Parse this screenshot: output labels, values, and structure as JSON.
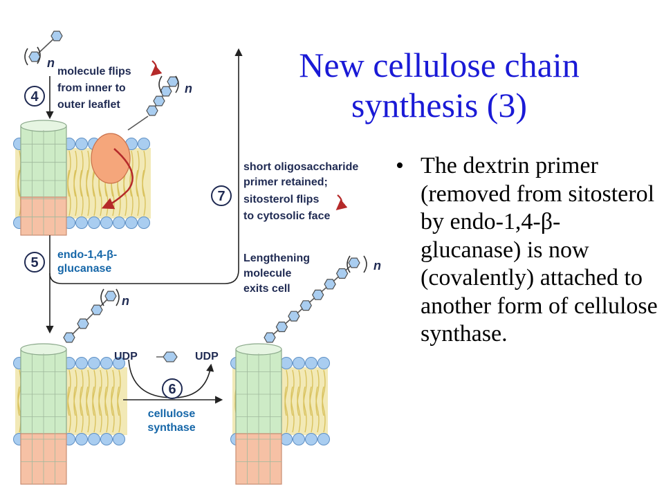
{
  "slide": {
    "title_line1": "New cellulose chain",
    "title_line2": "synthesis (3)",
    "bullet_marker": "•",
    "bullet_text": "The dextrin primer (removed from sitosterol by endo-1,4-β-glucanase) is now (covalently) attached to another form of cellulose synthase."
  },
  "diagram": {
    "step4": {
      "number": "4",
      "line1": "molecule flips",
      "line2": "from inner to",
      "line3": "outer leaflet"
    },
    "step5": {
      "number": "5",
      "line1": "endo-1,4-β-",
      "line2": "glucanase"
    },
    "step6": {
      "number": "6",
      "udp_left": "UDP",
      "udp_right": "UDP",
      "line1": "cellulose",
      "line2": "synthase"
    },
    "step7": {
      "number": "7",
      "line1": "short oligosaccharide",
      "line2": "primer retained;",
      "line3": "sitosterol flips",
      "line4": "to cytosolic face"
    },
    "lengthening": {
      "line1": "Lengthening",
      "line2": "molecule",
      "line3": "exits cell"
    },
    "n_label": "n",
    "colors": {
      "label_dark": "#1f2a52",
      "label_blue": "#1566a8",
      "title_blue": "#1a1ad6",
      "arrow_red": "#b52a2a",
      "protein_green": "#cdebc6",
      "protein_pink": "#f6c1a5",
      "lipid_head": "#a9cdf0",
      "lipid_tail": "#e8d77a",
      "enzyme_orange": "#f5a67b"
    }
  }
}
